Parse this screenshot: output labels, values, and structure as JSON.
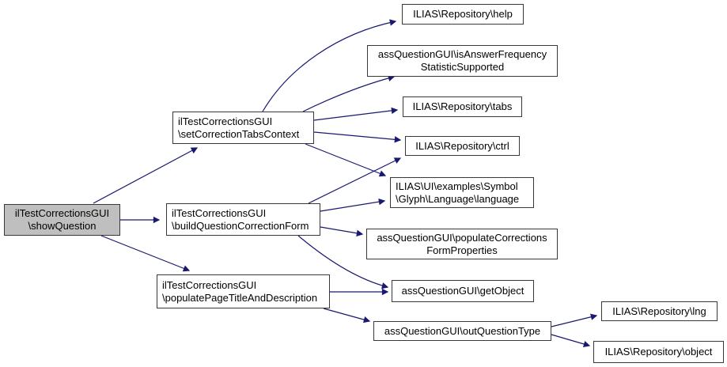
{
  "diagram": {
    "type": "call-graph",
    "background_color": "#ffffff",
    "arrow_color": "#191970",
    "node_border_color": "#383838",
    "highlight_fill_color": "#bfbfbf",
    "nodes": {
      "show_question": {
        "lines": [
          "ilTestCorrectionsGUI",
          "\\showQuestion"
        ],
        "highlighted": true
      },
      "set_correction_tabs_context": {
        "lines": [
          "ilTestCorrectionsGUI",
          "\\setCorrectionTabsContext"
        ],
        "highlighted": false
      },
      "build_question_correction_form": {
        "lines": [
          "ilTestCorrectionsGUI",
          "\\buildQuestionCorrectionForm"
        ],
        "highlighted": false
      },
      "populate_page_title_and_description": {
        "lines": [
          "ilTestCorrectionsGUI",
          "\\populatePageTitleAndDescription"
        ],
        "highlighted": false
      },
      "help": {
        "lines": [
          "ILIAS\\Repository\\help"
        ],
        "highlighted": false
      },
      "is_answer_frequency_statistic_supported": {
        "lines": [
          "assQuestionGUI\\isAnswerFrequency",
          "StatisticSupported"
        ],
        "highlighted": false
      },
      "tabs": {
        "lines": [
          "ILIAS\\Repository\\tabs"
        ],
        "highlighted": false
      },
      "ctrl": {
        "lines": [
          "ILIAS\\Repository\\ctrl"
        ],
        "highlighted": false
      },
      "language": {
        "lines": [
          "ILIAS\\UI\\examples\\Symbol",
          "\\Glyph\\Language\\language"
        ],
        "highlighted": false
      },
      "populate_corrections_form_properties": {
        "lines": [
          "assQuestionGUI\\populateCorrections",
          "FormProperties"
        ],
        "highlighted": false
      },
      "get_object": {
        "lines": [
          "assQuestionGUI\\getObject"
        ],
        "highlighted": false
      },
      "out_question_type": {
        "lines": [
          "assQuestionGUI\\outQuestionType"
        ],
        "highlighted": false
      },
      "lng": {
        "lines": [
          "ILIAS\\Repository\\lng"
        ],
        "highlighted": false
      },
      "object": {
        "lines": [
          "ILIAS\\Repository\\object"
        ],
        "highlighted": false
      }
    },
    "edges": [
      {
        "from": "show_question",
        "to": "set_correction_tabs_context"
      },
      {
        "from": "show_question",
        "to": "build_question_correction_form"
      },
      {
        "from": "show_question",
        "to": "populate_page_title_and_description"
      },
      {
        "from": "set_correction_tabs_context",
        "to": "help"
      },
      {
        "from": "set_correction_tabs_context",
        "to": "is_answer_frequency_statistic_supported"
      },
      {
        "from": "set_correction_tabs_context",
        "to": "tabs"
      },
      {
        "from": "set_correction_tabs_context",
        "to": "ctrl"
      },
      {
        "from": "set_correction_tabs_context",
        "to": "language"
      },
      {
        "from": "build_question_correction_form",
        "to": "ctrl"
      },
      {
        "from": "build_question_correction_form",
        "to": "language"
      },
      {
        "from": "build_question_correction_form",
        "to": "populate_corrections_form_properties"
      },
      {
        "from": "build_question_correction_form",
        "to": "get_object"
      },
      {
        "from": "populate_page_title_and_description",
        "to": "get_object"
      },
      {
        "from": "populate_page_title_and_description",
        "to": "out_question_type"
      },
      {
        "from": "out_question_type",
        "to": "lng"
      },
      {
        "from": "out_question_type",
        "to": "object"
      }
    ]
  }
}
